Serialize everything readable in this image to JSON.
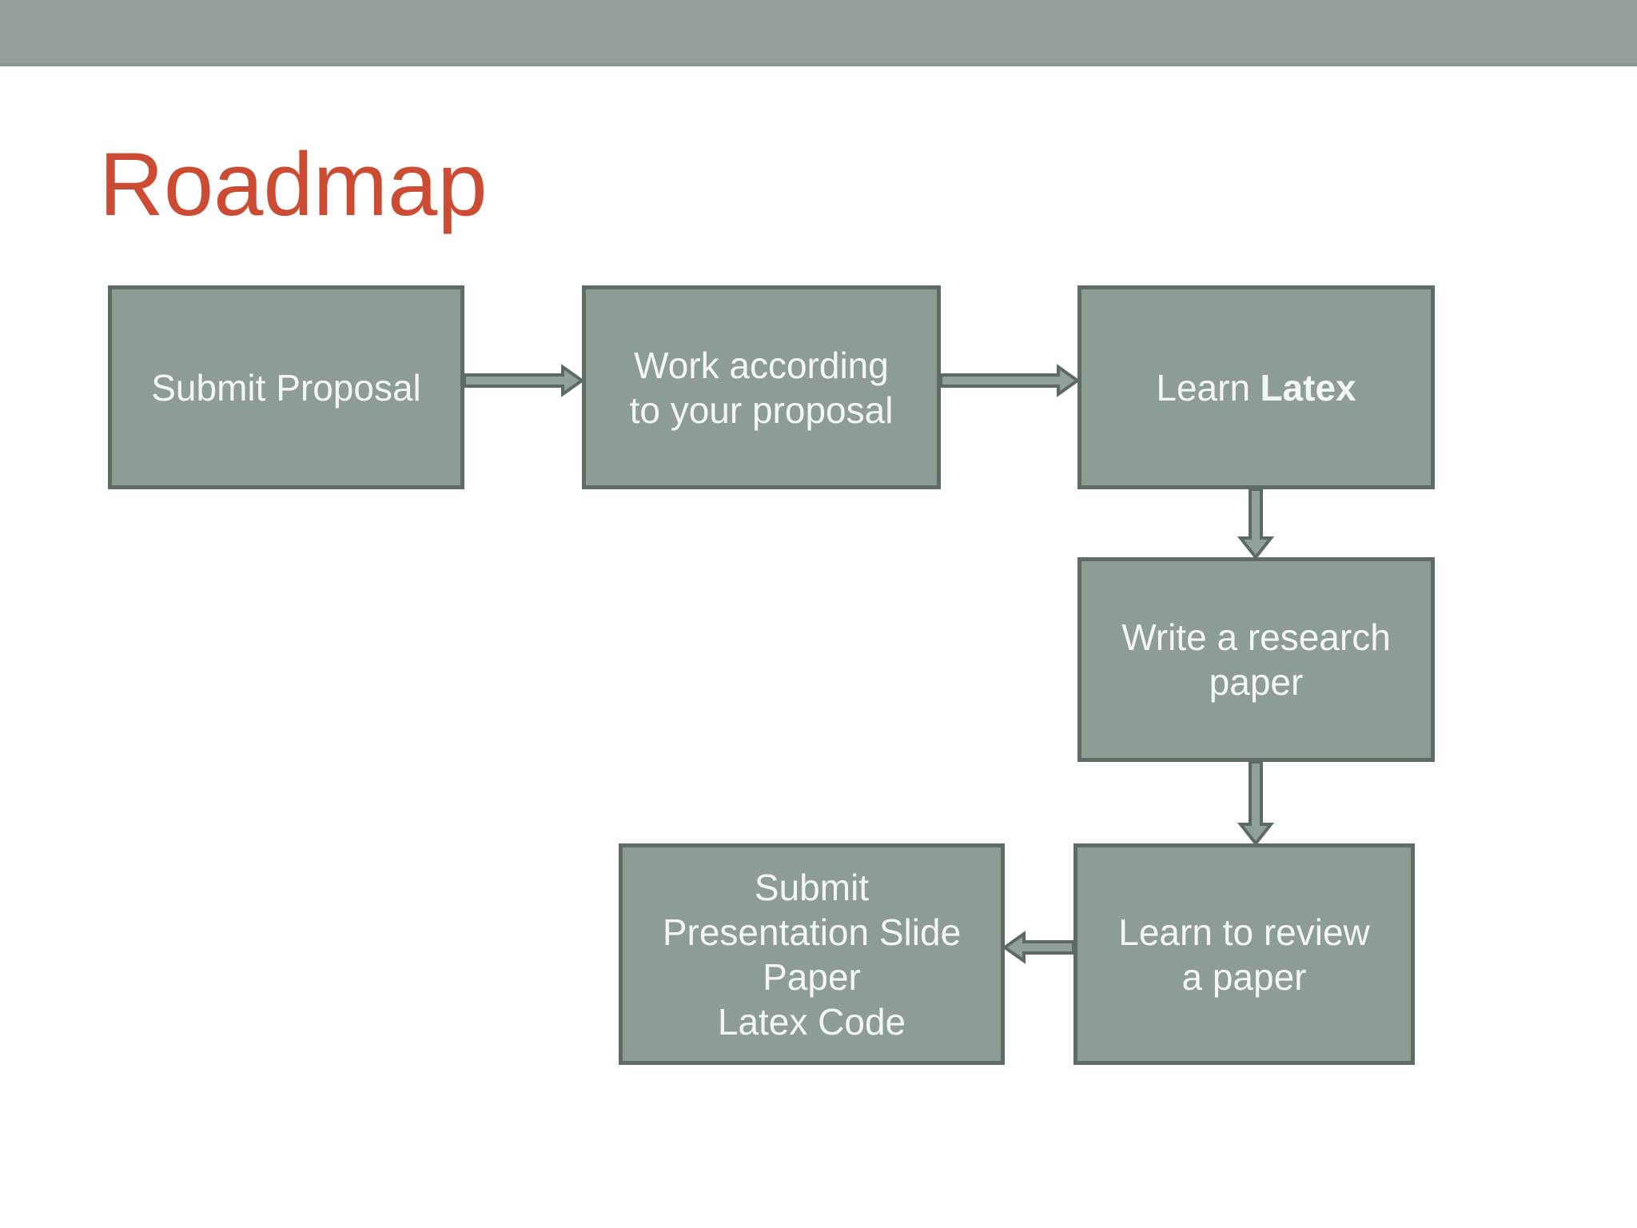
{
  "title": {
    "text": "Roadmap",
    "color": "#CC4B33"
  },
  "header": {
    "bar_color": "#93A09A"
  },
  "flowchart": {
    "box_fill_color": "#8E9D94",
    "box_border_color": "#5F6C65",
    "box_text_color": "#F3F6F2",
    "arrow_fill_color": "#91A098",
    "arrow_outline_color": "#5C6A63",
    "nodes": [
      {
        "id": "submit-proposal",
        "lines": [
          "Submit Proposal"
        ]
      },
      {
        "id": "work-according",
        "lines": [
          "Work according",
          "to your proposal"
        ]
      },
      {
        "id": "learn-latex",
        "label_regular": "Learn",
        "label_bold": "Latex"
      },
      {
        "id": "write-research-paper",
        "lines": [
          "Write a research",
          "paper"
        ]
      },
      {
        "id": "learn-to-review",
        "lines": [
          "Learn to review",
          "a paper"
        ]
      },
      {
        "id": "submit-deliverables",
        "lines": [
          "Submit",
          "Presentation Slide",
          "Paper",
          "Latex Code"
        ]
      }
    ],
    "edges": [
      {
        "from": "submit-proposal",
        "to": "work-according",
        "direction": "right"
      },
      {
        "from": "work-according",
        "to": "learn-latex",
        "direction": "right"
      },
      {
        "from": "learn-latex",
        "to": "write-research-paper",
        "direction": "down"
      },
      {
        "from": "write-research-paper",
        "to": "learn-to-review",
        "direction": "down"
      },
      {
        "from": "learn-to-review",
        "to": "submit-deliverables",
        "direction": "left"
      }
    ]
  }
}
